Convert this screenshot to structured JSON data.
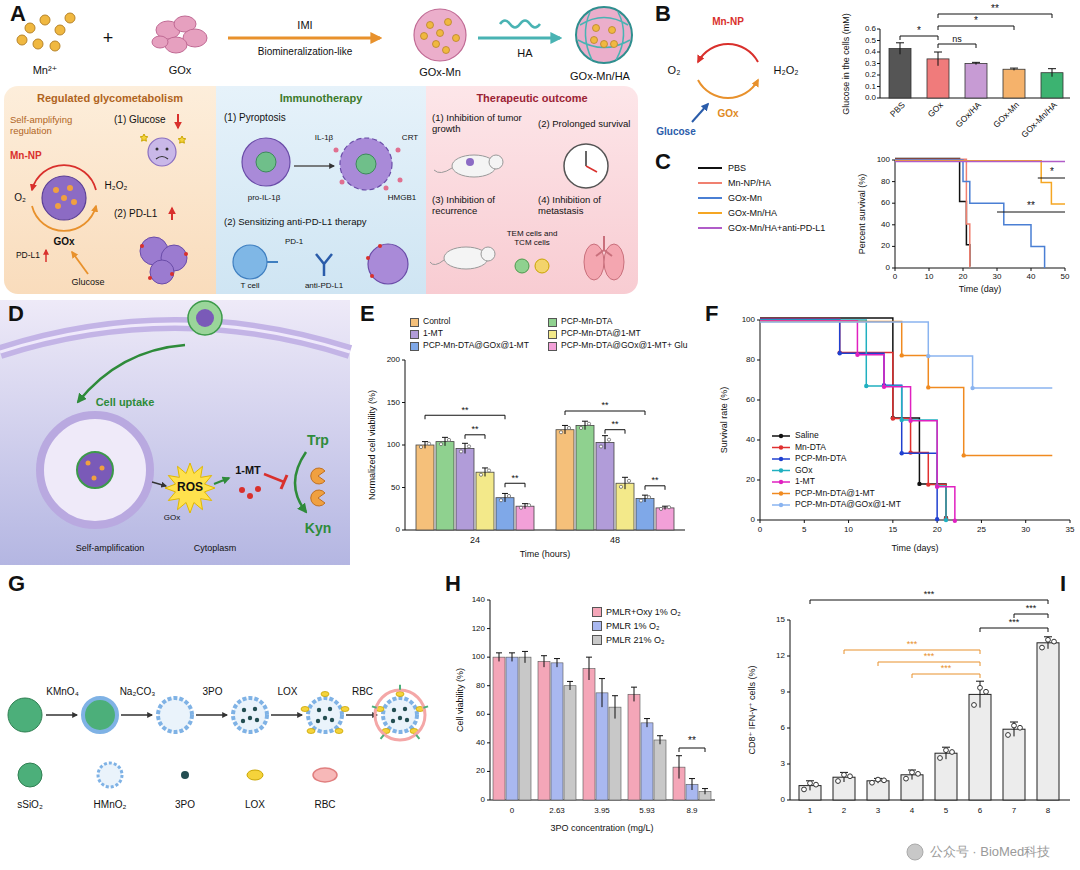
{
  "diagram": {
    "nodes": [
      {
        "text": [
          "Regulated glycometabolism",
          "Self-amplifying regulation",
          "(1) Glucose",
          "Mn-NP",
          "O₂",
          "H₂O₂",
          "GOx",
          "(2) PD-L1",
          "PD-L1",
          "Glucose"
        ]
      },
      {
        "text": [
          "Immunotherapy",
          "(1) Pyroptosis",
          "IL-1β",
          "pro-IL-1β",
          "CRT",
          "HMGB1",
          "(2) Sensitizing anti-PD-L1 therapy",
          "PD-1",
          "T cell",
          "anti-PD-L1"
        ]
      },
      {
        "text": [
          "Therapeutic outcome",
          "(1) Inhibition of tumor growth",
          "(2) Prolonged survival",
          "(3) Inhibition of recurrence",
          "(4) Inhibition of metastasis",
          "TEM cells and TCM cells"
        ]
      }
    ],
    "labels": [
      "A",
      "Mn²⁺",
      "+",
      "GOx",
      "IMI",
      "Biomineralization-like",
      "GOx-Mn",
      "HA",
      "GOx-Mn/HA",
      "B",
      "Mn-NP",
      "O₂",
      "H₂O₂",
      "GOx",
      "Glucose",
      "Glucose in the cells (mM)",
      "0.0",
      "0.1",
      "0.2",
      "0.3",
      "0.4",
      "0.5",
      "0.6",
      "PBS",
      "GOx",
      "GOx/HA",
      "GOx-Mn",
      "GOx-Mn/HA",
      "*",
      "ns",
      "*",
      "**",
      "C",
      "Percent survival (%)",
      "0",
      "20",
      "40",
      "60",
      "80",
      "100",
      "0",
      "10",
      "20",
      "30",
      "40",
      "50",
      "Time (day)",
      "*",
      "**",
      "D",
      "Cell uptake",
      "ROS",
      "1-MT",
      "Trp",
      "Kyn",
      "Self-amplification",
      "Cytoplasm",
      "GOx",
      "E",
      "Normalized cell viability (%)",
      "0",
      "50",
      "100",
      "150",
      "200",
      "24",
      "48",
      "Time (hours)",
      "**",
      "**",
      "**",
      "**",
      "**",
      "**",
      "F",
      "Survival rate (%)",
      "0",
      "20",
      "40",
      "60",
      "80",
      "100",
      "0",
      "5",
      "10",
      "15",
      "20",
      "25",
      "30",
      "35",
      "Time (days)",
      "G",
      "KMnO₄",
      "Na₂CO₃",
      "3PO",
      "LOX",
      "RBC",
      "sSiO₂",
      "HMnO₂",
      "3PO",
      "LOX",
      "RBC",
      "H",
      "Cell viability (%)",
      "0",
      "20",
      "40",
      "60",
      "80",
      "100",
      "120",
      "140",
      "0",
      "2.63",
      "3.95",
      "5.93",
      "8.9",
      "3PO concentration (mg/L)",
      "**",
      "I",
      "CD8⁺ IFN-γ⁺ cells (%)",
      "0",
      "3",
      "6",
      "9",
      "12",
      "15",
      "1",
      "2",
      "3",
      "4",
      "5",
      "6",
      "7",
      "8",
      "***",
      "***",
      "***",
      "***",
      "***",
      "***",
      "公众号 · BioMed科技"
    ],
    "legend": [
      {
        "text": "PBS"
      },
      {
        "text": "Mn-NP/HA"
      },
      {
        "text": "GOx-Mn"
      },
      {
        "text": "GOx-Mn/HA"
      },
      {
        "text": "GOx-Mn/HA+anti-PD-L1"
      },
      {
        "text": "Control",
        "color": "#f5c07a"
      },
      {
        "text": "PCP-Mn-DTA",
        "color": "#8fd18f"
      },
      {
        "text": "1-MT",
        "color": "#b19cd9"
      },
      {
        "text": "PCP-Mn-DTA@1-MT",
        "color": "#f3e98a"
      },
      {
        "text": "PCP-Mn-DTA@GOx@1-MT",
        "color": "#7fa8e8"
      },
      {
        "text": "PCP-Mn-DTA@GOx@1-MT+ Glu",
        "color": "#f2a0d8"
      },
      {
        "text": "Saline"
      },
      {
        "text": "Mn-DTA"
      },
      {
        "text": "PCP-Mn-DTA"
      },
      {
        "text": "GOx"
      },
      {
        "text": "1-MT"
      },
      {
        "text": "PCP-Mn-DTA@1-MT"
      },
      {
        "text": "PCP-Mn-DTA@GOx@1-MT"
      },
      {
        "text": "PMLR+Oxy 1% O₂",
        "color": "#f4a6b8"
      },
      {
        "text": "PMLR 1% O₂",
        "color": "#a9b8f0"
      },
      {
        "text": "PMLR 21% O₂",
        "color": "#c8c8c8"
      }
    ]
  }
}
